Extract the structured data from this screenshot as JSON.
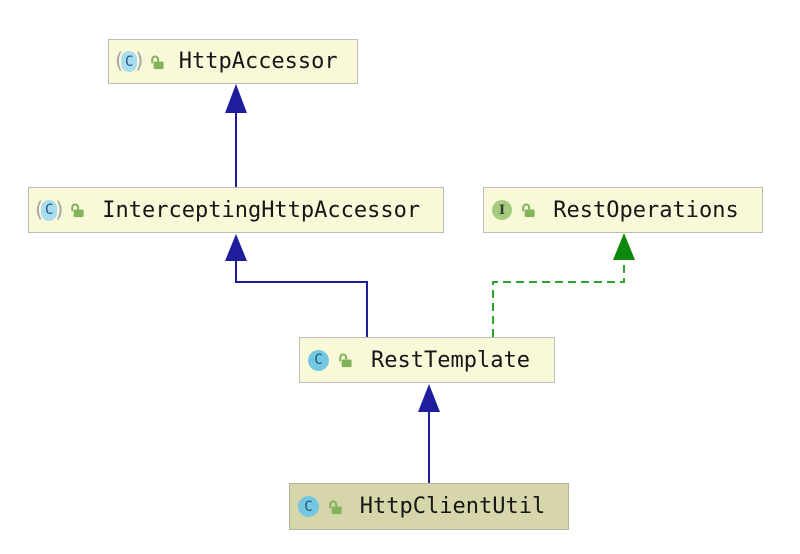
{
  "diagram": {
    "type": "uml-class-diagram",
    "tool": "intellij-uml",
    "nodes": [
      {
        "id": "HttpAccessor",
        "label": "HttpAccessor",
        "stereotype": "abstract class",
        "icon_letter": "C",
        "visibility": "public",
        "selected": false
      },
      {
        "id": "InterceptingHttpAccessor",
        "label": "InterceptingHttpAccessor",
        "stereotype": "abstract class",
        "icon_letter": "C",
        "visibility": "public",
        "selected": false
      },
      {
        "id": "RestOperations",
        "label": "RestOperations",
        "stereotype": "interface",
        "icon_letter": "I",
        "visibility": "public",
        "selected": false
      },
      {
        "id": "RestTemplate",
        "label": "RestTemplate",
        "stereotype": "class",
        "icon_letter": "C",
        "visibility": "public",
        "selected": false
      },
      {
        "id": "HttpClientUtil",
        "label": "HttpClientUtil",
        "stereotype": "class",
        "icon_letter": "C",
        "visibility": "public",
        "selected": true
      }
    ],
    "edges": [
      {
        "from": "InterceptingHttpAccessor",
        "to": "HttpAccessor",
        "type": "extends",
        "line": "solid",
        "color": "#1d1d9e"
      },
      {
        "from": "RestTemplate",
        "to": "InterceptingHttpAccessor",
        "type": "extends",
        "line": "solid",
        "color": "#1d1d9e"
      },
      {
        "from": "RestTemplate",
        "to": "RestOperations",
        "type": "implements",
        "line": "dashed",
        "color": "#2fa32f"
      },
      {
        "from": "HttpClientUtil",
        "to": "RestTemplate",
        "type": "extends",
        "line": "solid",
        "color": "#1d1d9e"
      }
    ],
    "icon_glyphs": {
      "paren_open": "(",
      "paren_close": ")"
    },
    "colors": {
      "canvas_background": "#ffffff",
      "node_fill": "#f9f9d9",
      "node_fill_selected": "#d6d6aa",
      "node_border": "#bcbcbc",
      "label_text": "#161616",
      "class_icon_fill": "#74c7e3",
      "abstract_class_icon_fill": "#a8dcef",
      "interface_icon_fill": "#a5cb81",
      "padlock_green": "#82b35a",
      "extends_arrow": "#1d1d9e",
      "implements_arrow": "#2fa32f",
      "implements_arrowhead": "#0d8a0d"
    }
  }
}
